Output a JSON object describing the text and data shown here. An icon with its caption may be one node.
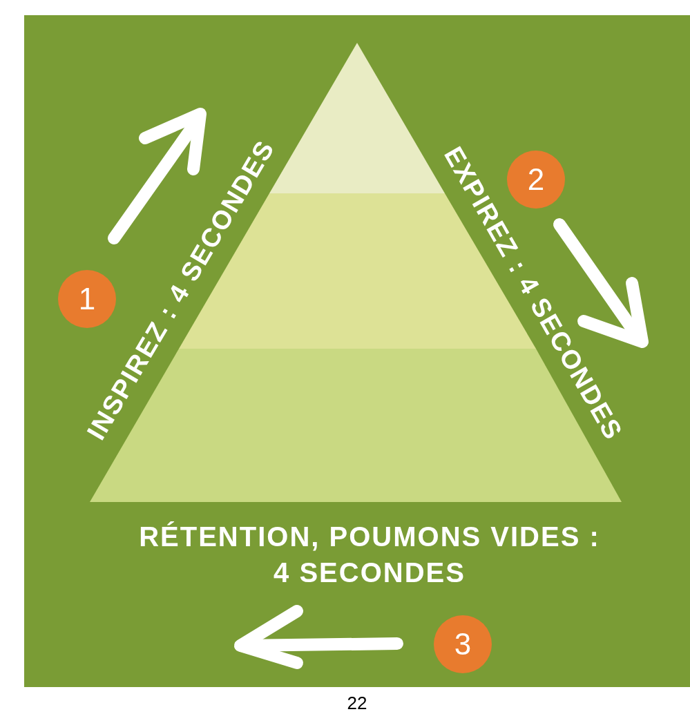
{
  "diagram": {
    "nodes": [
      {
        "text": [
          "1"
        ]
      },
      {
        "text": [
          "2"
        ]
      },
      {
        "text": [
          "3"
        ]
      }
    ],
    "edges": [],
    "labels": [
      "INSPIREZ : 4 SECONDES",
      "EXPIREZ : 4 SECONDES",
      "RÉTENTION, POUMONS VIDES : 4 SECONDES",
      "22"
    ]
  }
}
